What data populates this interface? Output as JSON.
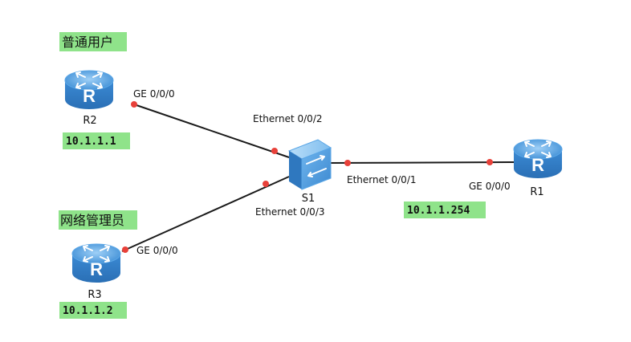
{
  "colors": {
    "label_highlight": "#8fe38a",
    "port_dot": "#e8413a",
    "router_body": "#4a9de0",
    "switch_body": "#4a9de0"
  },
  "devices": {
    "r2": {
      "name": "R2",
      "icon": "router-icon"
    },
    "r3": {
      "name": "R3",
      "icon": "router-icon"
    },
    "r1": {
      "name": "R1",
      "icon": "router-icon"
    },
    "s1": {
      "name": "S1",
      "icon": "switch-icon"
    }
  },
  "roles": {
    "r2": "普通用户",
    "r3": "网络管理员"
  },
  "ips": {
    "r2": "10.1.1.1",
    "r3": "10.1.1.2",
    "r1": "10.1.1.254"
  },
  "ports": {
    "r2_ge": "GE 0/0/0",
    "r3_ge": "GE 0/0/0",
    "r1_ge": "GE 0/0/0",
    "s1_e2": "Ethernet 0/0/2",
    "s1_e3": "Ethernet 0/0/3",
    "s1_e1": "Ethernet 0/0/1"
  }
}
